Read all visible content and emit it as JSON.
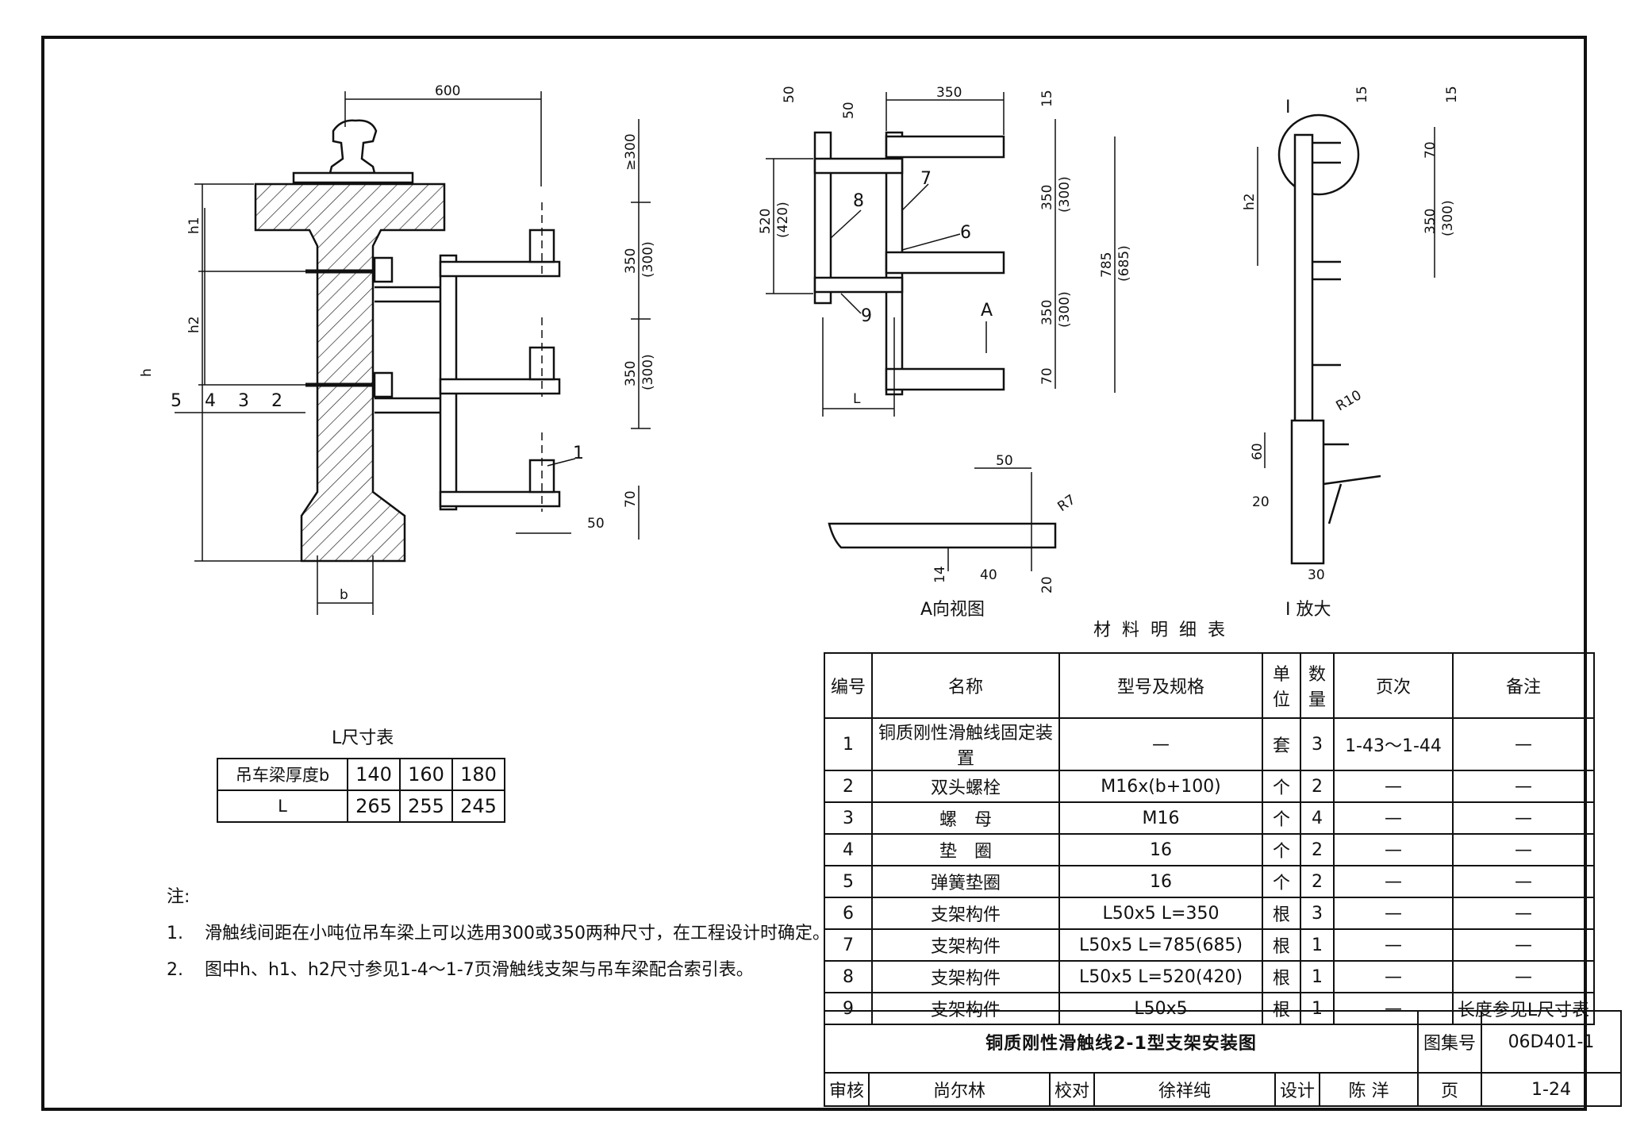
{
  "drawing": {
    "dims_main": {
      "d600": "600",
      "d_ge300": "≥300",
      "d350a": "350",
      "d300a": "(300)",
      "d350b": "350",
      "d300b": "(300)",
      "d70": "70",
      "d50": "50",
      "h1": "h1",
      "h2": "h2",
      "h": "h",
      "b": "b"
    },
    "callouts_main": [
      "5",
      "4",
      "3",
      "2",
      "1"
    ],
    "dims_side": {
      "d50a": "50",
      "d50b": "50",
      "d350": "350",
      "d15": "15",
      "d520": "520",
      "d420": "(420)",
      "d350a": "350",
      "d300a": "(300)",
      "d785": "785",
      "d685": "(685)",
      "d350b": "350",
      "d300b": "(300)",
      "d70": "70",
      "L": "L",
      "A": "A"
    },
    "callouts_side": [
      "8",
      "7",
      "6",
      "9"
    ],
    "dims_right": {
      "I": "I",
      "d15a": "15",
      "d15b": "15",
      "d70": "70",
      "h2": "h2",
      "d350": "350",
      "d300": "(300)",
      "R10": "R10",
      "d60": "60",
      "d20": "20",
      "d30": "30"
    },
    "dims_aview": {
      "d50": "50",
      "R7": "R7",
      "d14": "14",
      "d40": "40",
      "d20": "20"
    },
    "caption_a": "A向视图",
    "caption_i": "I 放大"
  },
  "l_table": {
    "title": "L尺寸表",
    "row1": {
      "label": "吊车梁厚度b",
      "values": [
        "140",
        "160",
        "180"
      ]
    },
    "row2": {
      "label": "L",
      "values": [
        "265",
        "255",
        "245"
      ]
    }
  },
  "notes": {
    "heading": "注:",
    "items": [
      {
        "num": "1.",
        "text": "滑触线间距在小吨位吊车梁上可以选用300或350两种尺寸，在工程设计时确定。"
      },
      {
        "num": "2.",
        "text": "图中h、h1、h2尺寸参见1-4～1-7页滑触线支架与吊车梁配合索引表。"
      }
    ]
  },
  "materials": {
    "title": "材料明细表",
    "headers": {
      "no": "编号",
      "name": "名称",
      "spec": "型号及规格",
      "unit": "单位",
      "qty": "数量",
      "page": "页次",
      "remark": "备注"
    },
    "rows": [
      {
        "no": "1",
        "name": "铜质刚性滑触线固定装置",
        "spec": "—",
        "unit": "套",
        "qty": "3",
        "page": "1-43～1-44",
        "remark": "—"
      },
      {
        "no": "2",
        "name": "双头螺栓",
        "spec": "M16x(b+100)",
        "unit": "个",
        "qty": "2",
        "page": "—",
        "remark": "—"
      },
      {
        "no": "3",
        "name": "螺　母",
        "spec": "M16",
        "unit": "个",
        "qty": "4",
        "page": "—",
        "remark": "—"
      },
      {
        "no": "4",
        "name": "垫　圈",
        "spec": "16",
        "unit": "个",
        "qty": "2",
        "page": "—",
        "remark": "—"
      },
      {
        "no": "5",
        "name": "弹簧垫圈",
        "spec": "16",
        "unit": "个",
        "qty": "2",
        "page": "—",
        "remark": "—"
      },
      {
        "no": "6",
        "name": "支架构件",
        "spec": "L50x5  L=350",
        "unit": "根",
        "qty": "3",
        "page": "—",
        "remark": "—"
      },
      {
        "no": "7",
        "name": "支架构件",
        "spec": "L50x5  L=785(685)",
        "unit": "根",
        "qty": "1",
        "page": "—",
        "remark": "—"
      },
      {
        "no": "8",
        "name": "支架构件",
        "spec": "L50x5  L=520(420)",
        "unit": "根",
        "qty": "1",
        "page": "—",
        "remark": "—"
      },
      {
        "no": "9",
        "name": "支架构件",
        "spec": "L50x5",
        "unit": "根",
        "qty": "1",
        "page": "—",
        "remark": "长度参见L尺寸表"
      }
    ]
  },
  "title_block": {
    "title": "铜质刚性滑触线2-1型支架安装图",
    "atlas_label": "图集号",
    "atlas_no": "06D401-1",
    "review_label": "审核",
    "reviewer": "尚尔林",
    "check_label": "校对",
    "checker": "徐祥纯",
    "design_label": "设计",
    "designer": "陈 洋",
    "page_label": "页",
    "page_no": "1-24"
  }
}
